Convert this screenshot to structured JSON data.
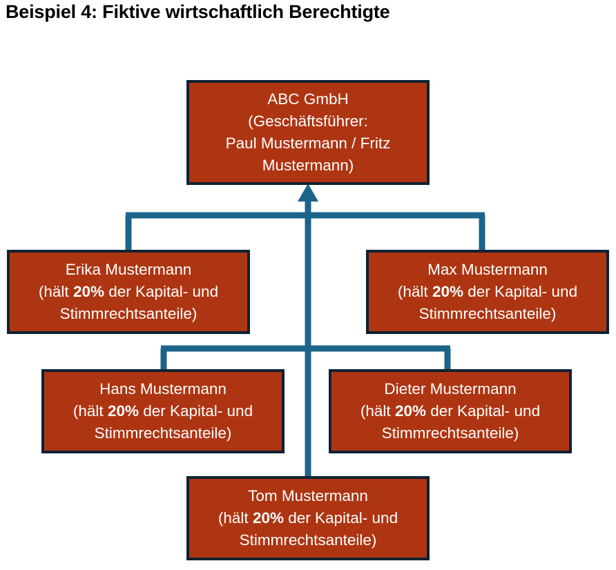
{
  "title": "Beispiel 4: Fiktive wirtschaftlich Berechtigte",
  "colors": {
    "box_fill": "#AE3512",
    "box_border": "#0D2233",
    "connector": "#1C6489",
    "box_text": "#FFFFFF",
    "title_text": "#000000",
    "background": "#FFFFFF"
  },
  "company": {
    "name": "ABC GmbH",
    "role_line": "(Geschäftsführer:",
    "managers_line": "Paul Mustermann / Fritz",
    "managers_line2": "Mustermann)"
  },
  "shareholders": [
    {
      "id": "erika",
      "name": "Erika Mustermann",
      "holding_prefix": "(hält ",
      "percent": "20%",
      "holding_suffix": " der Kapital- und",
      "holding_line2": "Stimmrechtsanteile)"
    },
    {
      "id": "max",
      "name": "Max Mustermann",
      "holding_prefix": "(hält ",
      "percent": "20%",
      "holding_suffix": " der Kapital- und",
      "holding_line2": "Stimmrechtsanteile)"
    },
    {
      "id": "hans",
      "name": "Hans Mustermann",
      "holding_prefix": "(hält ",
      "percent": "20%",
      "holding_suffix": " der Kapital- und",
      "holding_line2": "Stimmrechtsanteile)"
    },
    {
      "id": "dieter",
      "name": "Dieter Mustermann",
      "holding_prefix": "(hält ",
      "percent": "20%",
      "holding_suffix": " der Kapital- und",
      "holding_line2": "Stimmrechtsanteile)"
    },
    {
      "id": "tom",
      "name": "Tom Mustermann",
      "holding_prefix": "(hält ",
      "percent": "20%",
      "holding_suffix": " der Kapital- und",
      "holding_line2": "Stimmrechtsanteile)"
    }
  ]
}
